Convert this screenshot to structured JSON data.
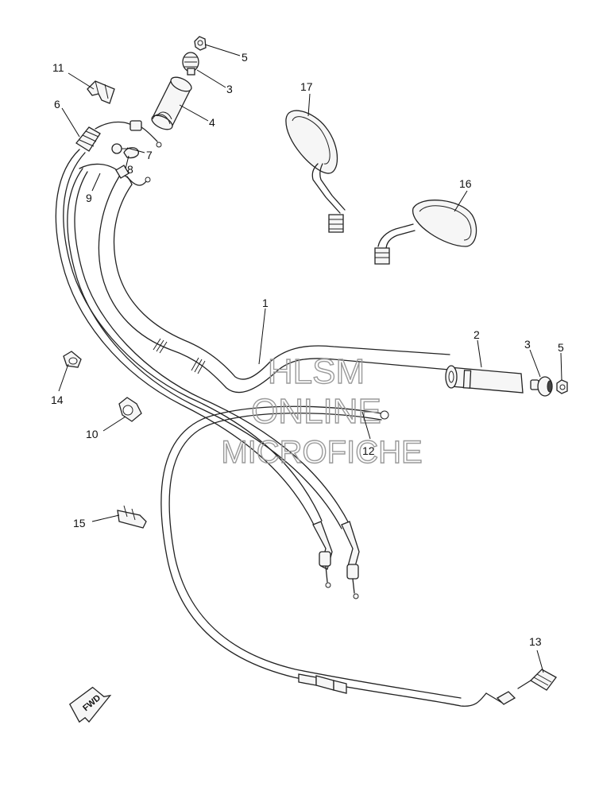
{
  "callouts": [
    "1",
    "2",
    "3",
    "3",
    "4",
    "5",
    "5",
    "6",
    "7",
    "8",
    "9",
    "10",
    "11",
    "12",
    "13",
    "14",
    "15",
    "16",
    "17"
  ],
  "watermark": {
    "line1": "HLSM",
    "line2": "ONLINE",
    "line3": "MICROFICHE"
  },
  "fwd_label": "FWD"
}
